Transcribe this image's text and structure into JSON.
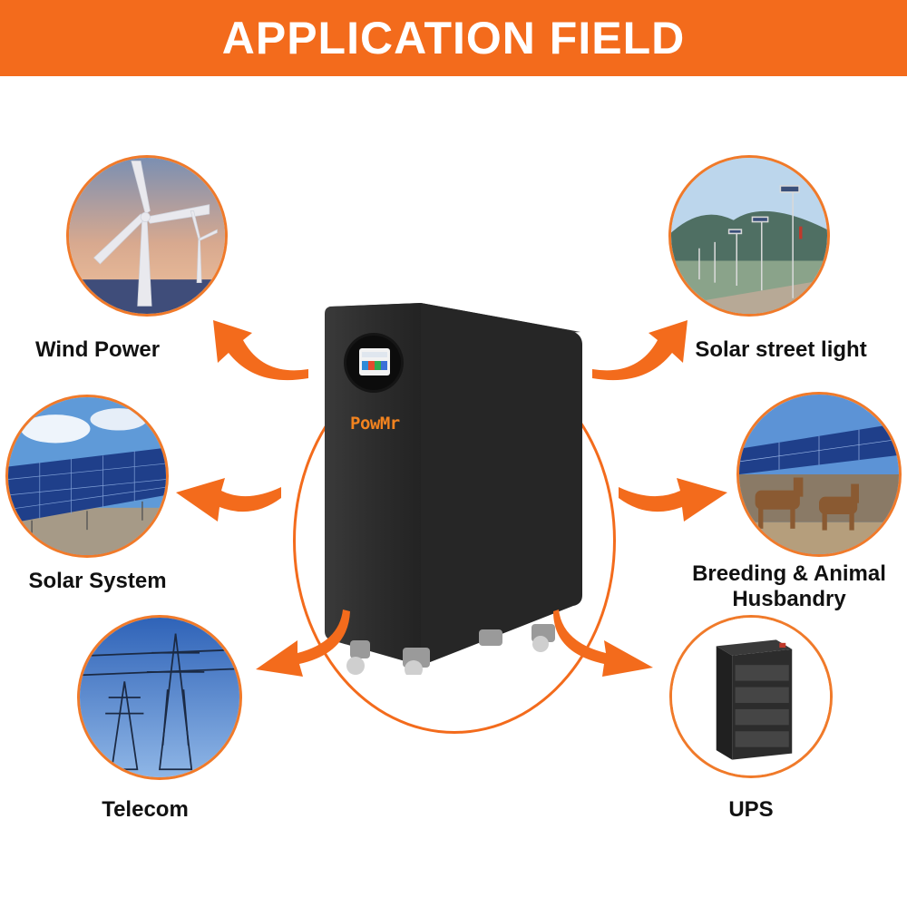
{
  "banner": {
    "title": "APPLICATION FIELD"
  },
  "product": {
    "brand": "PowMr"
  },
  "applications": {
    "wind_power": "Wind Power",
    "solar_street_light": "Solar street light",
    "solar_system": "Solar System",
    "breeding_line1": "Breeding & Animal",
    "breeding_line2": "Husbandry",
    "telecom": "Telecom",
    "ups": "UPS"
  },
  "colors": {
    "accent": "#f36b1c",
    "battery": "#2c2c2c",
    "text": "#111111"
  }
}
